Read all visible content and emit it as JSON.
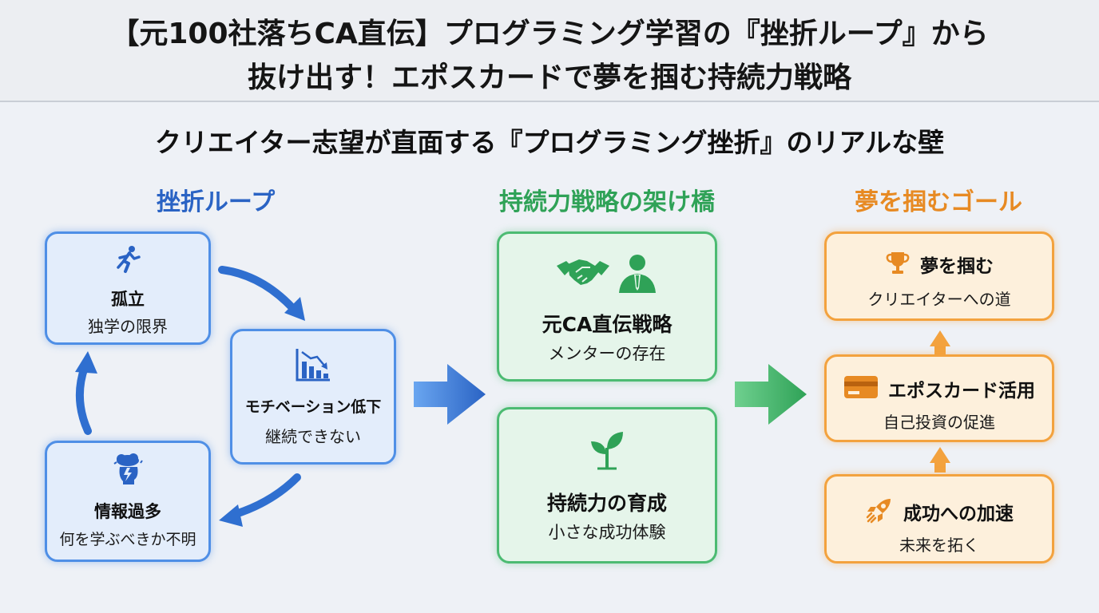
{
  "header": {
    "title_line1": "【元100社落ちCA直伝】プログラミング学習の『挫折ループ』から",
    "title_line2": "抜け出す！エポスカードで夢を掴む持続力戦略"
  },
  "subtitle": "クリエイター志望が直面する『プログラミング挫折』のリアルな壁",
  "columns": {
    "loop": {
      "heading": "挫折ループ",
      "cards": [
        {
          "title": "孤立",
          "sub": "独学の限界",
          "icon": "running-person-icon"
        },
        {
          "title": "モチベーション低下",
          "sub": "継続できない",
          "icon": "declining-chart-icon"
        },
        {
          "title": "情報過多",
          "sub": "何を学ぶべきか不明",
          "icon": "stormy-head-icon"
        }
      ]
    },
    "bridge": {
      "heading": "持続力戦略の架け橋",
      "cards": [
        {
          "title": "元CA直伝戦略",
          "sub": "メンターの存在",
          "icons": [
            "handshake-icon",
            "mentor-icon"
          ]
        },
        {
          "title": "持続力の育成",
          "sub": "小さな成功体験",
          "icon": "sprout-icon"
        }
      ]
    },
    "goal": {
      "heading": "夢を掴むゴール",
      "cards": [
        {
          "title": "夢を掴む",
          "sub": "クリエイターへの道",
          "icon": "trophy-icon"
        },
        {
          "title": "エポスカード活用",
          "sub": "自己投資の促進",
          "icon": "credit-card-icon"
        },
        {
          "title": "成功への加速",
          "sub": "未来を拓く",
          "icon": "rocket-icon"
        }
      ]
    }
  },
  "colors": {
    "blue": "#2a63c4",
    "blue_border": "#4f8fe6",
    "green": "#2fa257",
    "green_border": "#4cbb72",
    "orange": "#e78a23",
    "orange_border": "#f3a23e"
  }
}
